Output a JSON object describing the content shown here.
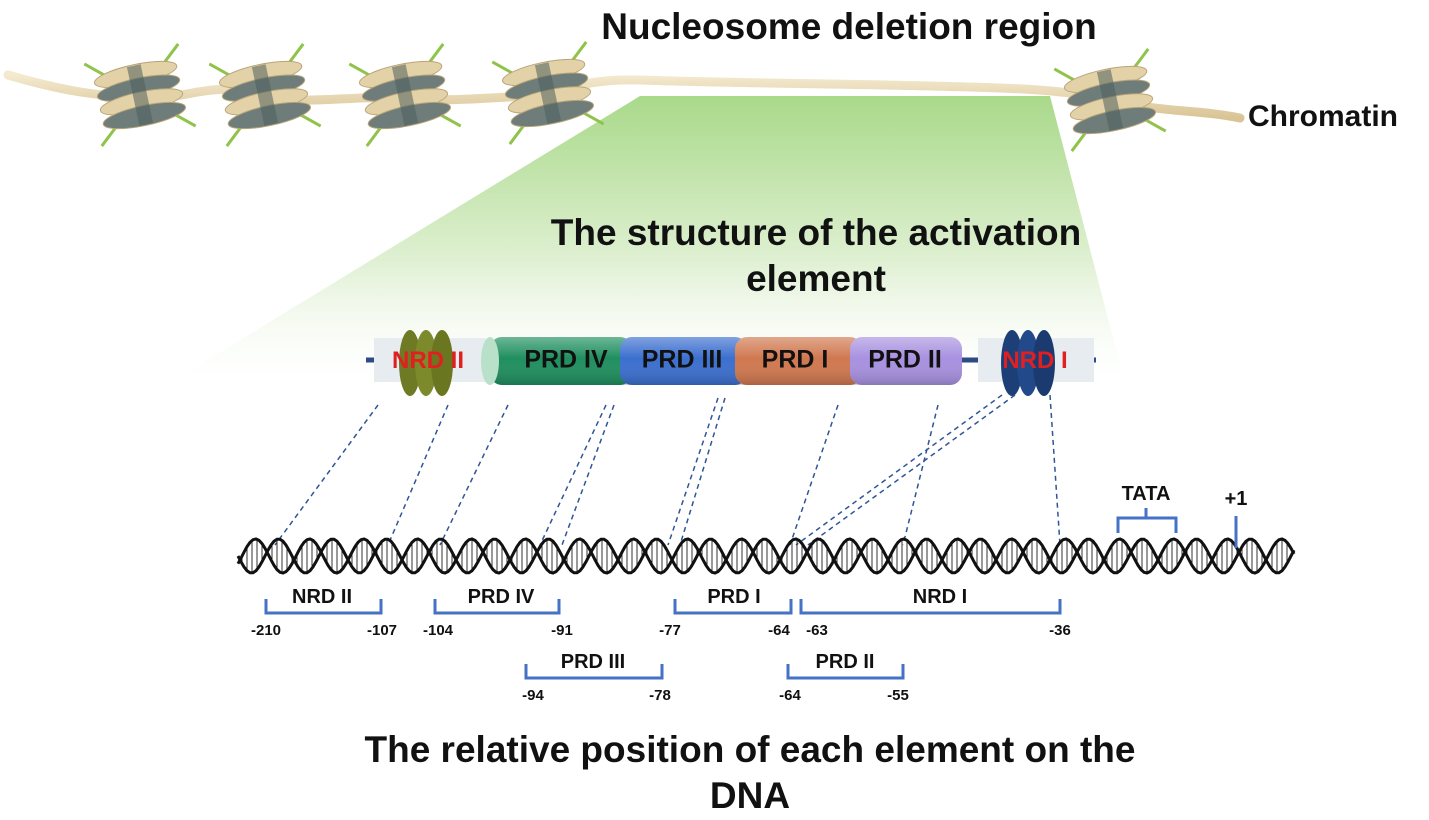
{
  "titles": {
    "top": "Nucleosome deletion region",
    "chromatin": "Chromatin",
    "structure": "The structure of the activation element",
    "position": "The relative position of each element on the DNA"
  },
  "activation_element": {
    "segments": [
      {
        "label": "PRD IV",
        "color": "#1f8f5f"
      },
      {
        "label": "PRD III",
        "color": "#3b6fcf"
      },
      {
        "label": "PRD I",
        "color": "#d0784f"
      },
      {
        "label": "PRD II",
        "color": "#a891e0"
      }
    ],
    "nrd_left": {
      "label": "NRD II",
      "color": "#6e7a24"
    },
    "nrd_right": {
      "label": "NRD I",
      "color": "#1c3f78"
    }
  },
  "dna_elements": {
    "nrd2": {
      "label": "NRD II",
      "start": "-210",
      "end": "-107"
    },
    "prd4": {
      "label": "PRD IV",
      "start": "-104",
      "end": "-91"
    },
    "prd3": {
      "label": "PRD III",
      "start": "-94",
      "end": "-78"
    },
    "prd1": {
      "label": "PRD I",
      "start": "-77",
      "end": "-64"
    },
    "nrd1": {
      "label": "NRD I",
      "start": "-63",
      "end": "-36"
    },
    "prd2": {
      "label": "PRD II",
      "start": "-64",
      "end": "-55"
    },
    "tata": {
      "label": "TATA"
    },
    "tss": {
      "label": "+1"
    }
  },
  "colors": {
    "bracket": "#4472c4",
    "link_line": "#2f5597",
    "zoom": "#7cc45a",
    "fiber": "#e8d8b0"
  }
}
